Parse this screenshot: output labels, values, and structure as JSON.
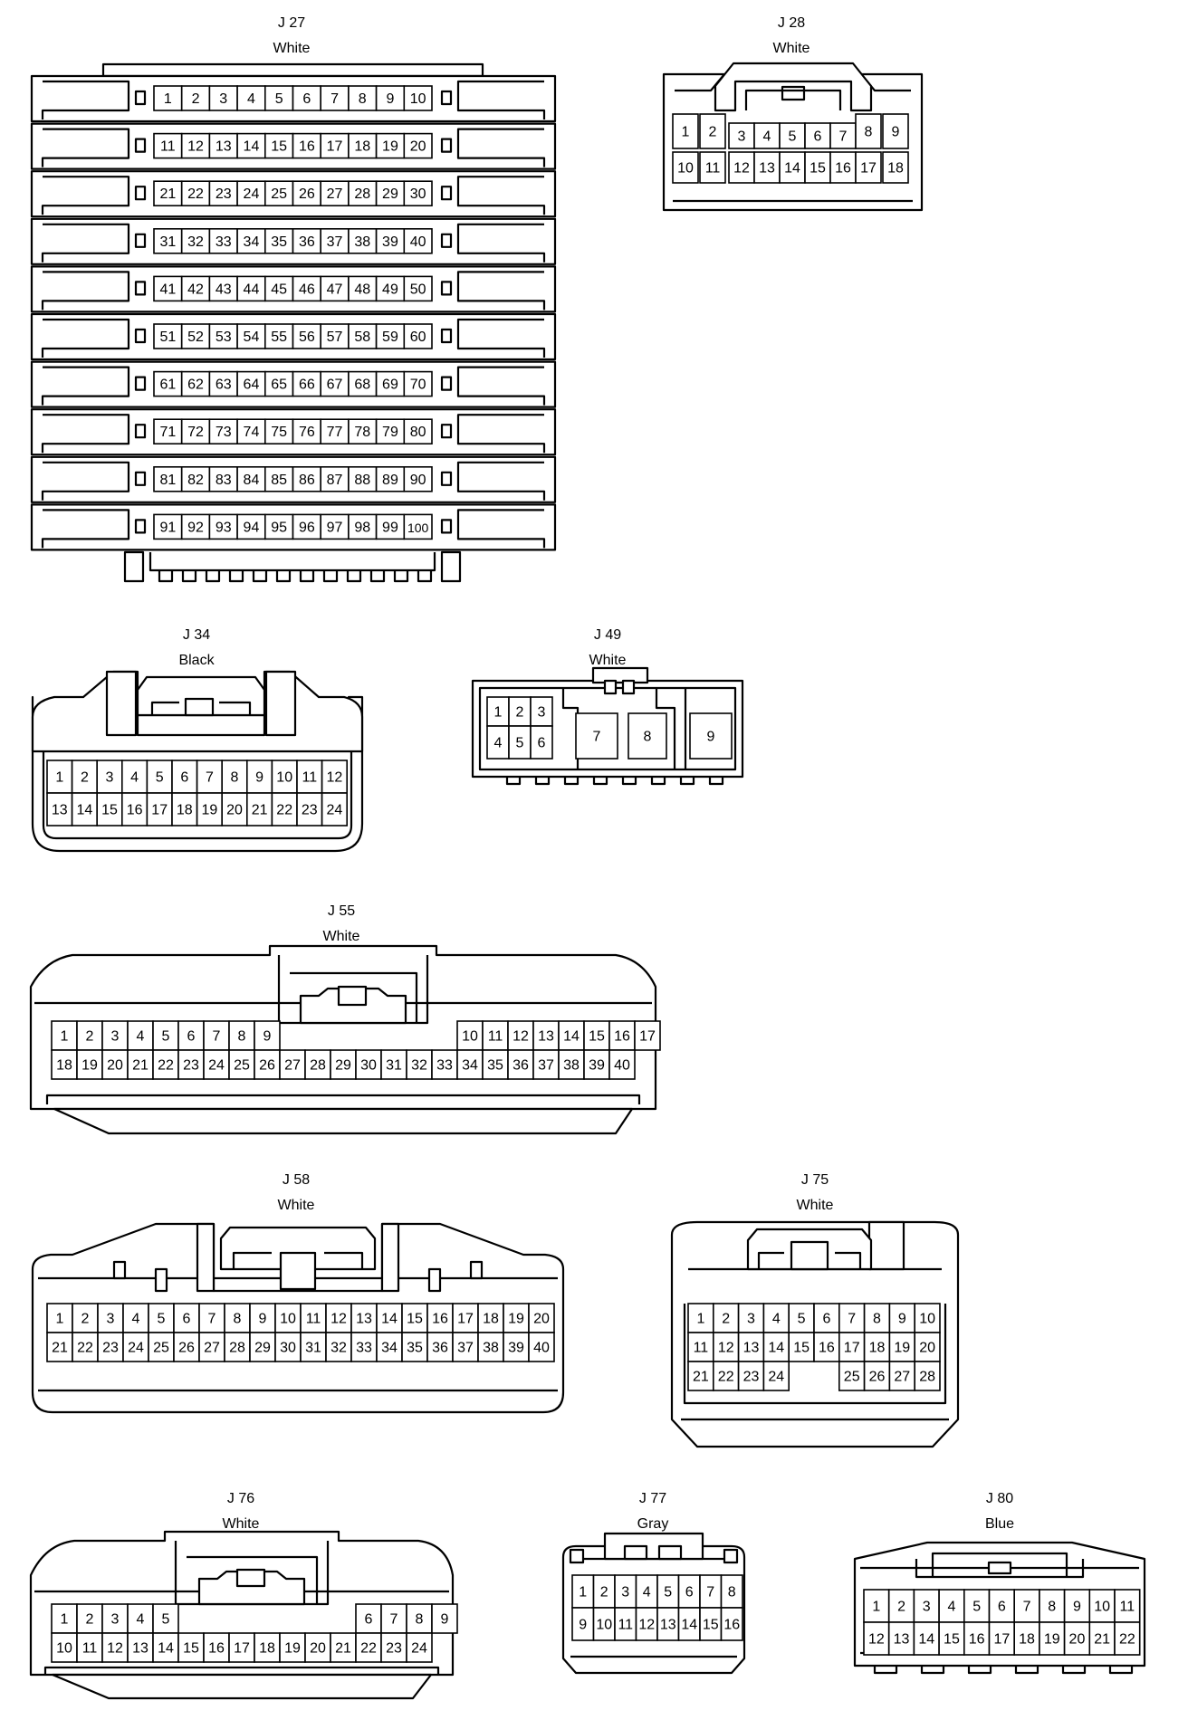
{
  "connectors": [
    {
      "key": "j27",
      "id": "J 27",
      "color": "White",
      "rows": [
        [
          "1",
          "2",
          "3",
          "4",
          "5",
          "6",
          "7",
          "8",
          "9",
          "10"
        ],
        [
          "11",
          "12",
          "13",
          "14",
          "15",
          "16",
          "17",
          "18",
          "19",
          "20"
        ],
        [
          "21",
          "22",
          "23",
          "24",
          "25",
          "26",
          "27",
          "28",
          "29",
          "30"
        ],
        [
          "31",
          "32",
          "33",
          "34",
          "35",
          "36",
          "37",
          "38",
          "39",
          "40"
        ],
        [
          "41",
          "42",
          "43",
          "44",
          "45",
          "46",
          "47",
          "48",
          "49",
          "50"
        ],
        [
          "51",
          "52",
          "53",
          "54",
          "55",
          "56",
          "57",
          "58",
          "59",
          "60"
        ],
        [
          "61",
          "62",
          "63",
          "64",
          "65",
          "66",
          "67",
          "68",
          "69",
          "70"
        ],
        [
          "71",
          "72",
          "73",
          "74",
          "75",
          "76",
          "77",
          "78",
          "79",
          "80"
        ],
        [
          "81",
          "82",
          "83",
          "84",
          "85",
          "86",
          "87",
          "88",
          "89",
          "90"
        ],
        [
          "91",
          "92",
          "93",
          "94",
          "95",
          "96",
          "97",
          "98",
          "99",
          "100"
        ]
      ]
    },
    {
      "key": "j28",
      "id": "J 28",
      "color": "White",
      "rows": [
        [
          "1",
          "2",
          "3",
          "4",
          "5",
          "6",
          "7",
          "8",
          "9"
        ],
        [
          "10",
          "11",
          "12",
          "13",
          "14",
          "15",
          "16",
          "17",
          "18"
        ]
      ]
    },
    {
      "key": "j34",
      "id": "J 34",
      "color": "Black",
      "rows": [
        [
          "1",
          "2",
          "3",
          "4",
          "5",
          "6",
          "7",
          "8",
          "9",
          "10",
          "11",
          "12"
        ],
        [
          "13",
          "14",
          "15",
          "16",
          "17",
          "18",
          "19",
          "20",
          "21",
          "22",
          "23",
          "24"
        ]
      ]
    },
    {
      "key": "j49",
      "id": "J 49",
      "color": "White",
      "rows": [
        [
          "1",
          "2",
          "3"
        ],
        [
          "4",
          "5",
          "6"
        ],
        [
          "7",
          "8",
          "9"
        ]
      ]
    },
    {
      "key": "j55",
      "id": "J 55",
      "color": "White",
      "rows": [
        [
          "1",
          "2",
          "3",
          "4",
          "5",
          "6",
          "7",
          "8",
          "9",
          "",
          "",
          "",
          "",
          "",
          "",
          "",
          "10",
          "11",
          "12",
          "13",
          "14",
          "15",
          "16",
          "17"
        ],
        [
          "18",
          "19",
          "20",
          "21",
          "22",
          "23",
          "24",
          "25",
          "26",
          "27",
          "28",
          "29",
          "30",
          "31",
          "32",
          "33",
          "34",
          "35",
          "36",
          "37",
          "38",
          "39",
          "40"
        ]
      ]
    },
    {
      "key": "j58",
      "id": "J 58",
      "color": "White",
      "rows": [
        [
          "1",
          "2",
          "3",
          "4",
          "5",
          "6",
          "7",
          "8",
          "9",
          "10",
          "11",
          "12",
          "13",
          "14",
          "15",
          "16",
          "17",
          "18",
          "19",
          "20"
        ],
        [
          "21",
          "22",
          "23",
          "24",
          "25",
          "26",
          "27",
          "28",
          "29",
          "30",
          "31",
          "32",
          "33",
          "34",
          "35",
          "36",
          "37",
          "38",
          "39",
          "40"
        ]
      ]
    },
    {
      "key": "j75",
      "id": "J 75",
      "color": "White",
      "rows": [
        [
          "1",
          "2",
          "3",
          "4",
          "5",
          "6",
          "7",
          "8",
          "9",
          "10"
        ],
        [
          "11",
          "12",
          "13",
          "14",
          "15",
          "16",
          "17",
          "18",
          "19",
          "20"
        ],
        [
          "21",
          "22",
          "23",
          "24",
          "",
          "",
          "25",
          "26",
          "27",
          "28"
        ]
      ]
    },
    {
      "key": "j76",
      "id": "J 76",
      "color": "White",
      "rows": [
        [
          "1",
          "2",
          "3",
          "4",
          "5",
          "",
          "",
          "",
          "",
          "",
          "",
          "",
          "6",
          "7",
          "8",
          "9"
        ],
        [
          "10",
          "11",
          "12",
          "13",
          "14",
          "15",
          "16",
          "17",
          "18",
          "19",
          "20",
          "21",
          "22",
          "23",
          "24"
        ]
      ]
    },
    {
      "key": "j77",
      "id": "J 77",
      "color": "Gray",
      "rows": [
        [
          "1",
          "2",
          "3",
          "4",
          "5",
          "6",
          "7",
          "8"
        ],
        [
          "9",
          "10",
          "11",
          "12",
          "13",
          "14",
          "15",
          "16"
        ]
      ]
    },
    {
      "key": "j80",
      "id": "J 80",
      "color": "Blue",
      "rows": [
        [
          "1",
          "2",
          "3",
          "4",
          "5",
          "6",
          "7",
          "8",
          "9",
          "10",
          "11"
        ],
        [
          "12",
          "13",
          "14",
          "15",
          "16",
          "17",
          "18",
          "19",
          "20",
          "21",
          "22"
        ]
      ]
    }
  ]
}
